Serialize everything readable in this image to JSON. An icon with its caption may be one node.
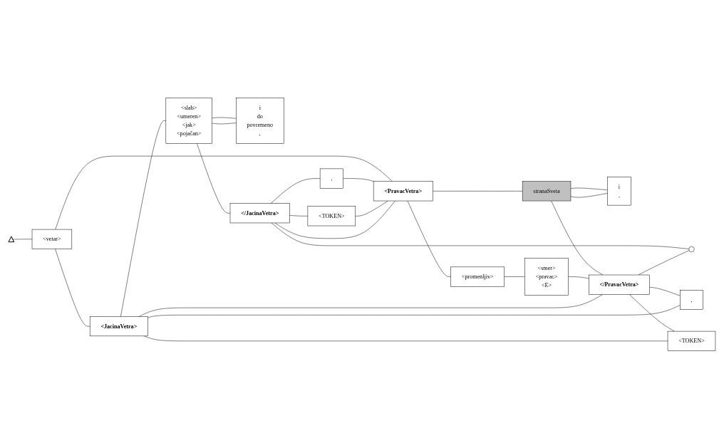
{
  "diagram": {
    "nodes": [
      {
        "text": [],
        "shape": "triangle"
      },
      {
        "text": [
          "<vetar>"
        ]
      },
      {
        "text": [
          "<JacinaVetra>"
        ]
      },
      {
        "text": [
          "<slab>",
          "<umeren>",
          "<jak>",
          "<pojačan>"
        ]
      },
      {
        "text": [
          "i",
          "do",
          "povremeno",
          ","
        ]
      },
      {
        "text": [
          "</JacinaVetra>"
        ]
      },
      {
        "text": [
          ","
        ]
      },
      {
        "text": [
          "<TOKEN>"
        ]
      },
      {
        "text": [
          ","
        ]
      },
      {
        "text": [
          "<TOKEN>"
        ]
      },
      {
        "text": [
          "i",
          ","
        ]
      },
      {
        "text": [
          "<PravacVetra>"
        ]
      },
      {
        "text": [
          "stranaSveta"
        ]
      },
      {
        "text": [
          "</PravacVetra>"
        ]
      },
      {
        "text": [
          "<promenljiv>"
        ]
      },
      {
        "text": [
          "<smer>",
          "<pravac>",
          "<E>"
        ]
      },
      {
        "text": [],
        "shape": "circle"
      }
    ],
    "edges": [
      {
        "from": 0,
        "to": 1,
        "arrow": "none"
      },
      {
        "from": 1,
        "to": 2,
        "arrow": "none"
      },
      {
        "from": 1,
        "to": 11,
        "arrow": "none"
      },
      {
        "from": 2,
        "to": 3,
        "arrow": "none"
      },
      {
        "from": 3,
        "to": 4,
        "arrow": "none"
      },
      {
        "from": 4,
        "to": 3,
        "arrow": "none"
      },
      {
        "from": 3,
        "to": 5,
        "arrow": "none"
      },
      {
        "from": 5,
        "to": 16,
        "arrow": "none"
      },
      {
        "from": 5,
        "to": 8,
        "arrow": "none"
      },
      {
        "from": 5,
        "to": 9,
        "arrow": "none"
      },
      {
        "from": 8,
        "to": 11,
        "arrow": "none"
      },
      {
        "from": 9,
        "to": 11,
        "arrow": "none"
      },
      {
        "from": 5,
        "to": 11,
        "arrow": "none"
      },
      {
        "from": 11,
        "to": 12,
        "arrow": "none"
      },
      {
        "from": 12,
        "to": 10,
        "arrow": "none"
      },
      {
        "from": 10,
        "to": 12,
        "arrow": "none"
      },
      {
        "from": 12,
        "to": 13,
        "arrow": "none"
      },
      {
        "from": 11,
        "to": 14,
        "arrow": "none"
      },
      {
        "from": 14,
        "to": 15,
        "arrow": "none"
      },
      {
        "from": 15,
        "to": 13,
        "arrow": "none"
      },
      {
        "from": 13,
        "to": 16,
        "arrow": "none"
      },
      {
        "from": 13,
        "to": 2,
        "arrow": "none"
      },
      {
        "from": 13,
        "to": 6,
        "arrow": "none"
      },
      {
        "from": 13,
        "to": 7,
        "arrow": "none"
      },
      {
        "from": 6,
        "to": 2,
        "arrow": "none"
      },
      {
        "from": 7,
        "to": 2,
        "arrow": "none"
      }
    ]
  }
}
